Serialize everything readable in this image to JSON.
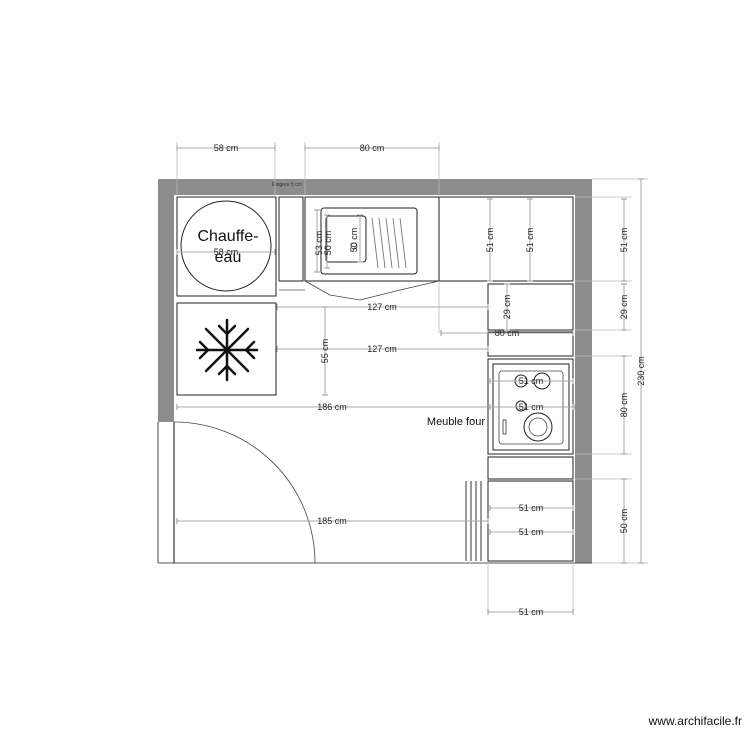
{
  "labels": {
    "water_heater_1": "Chauffe-",
    "water_heater_2": "eau",
    "oven_unit": "Meuble four",
    "small_note": "Etagere 5 cm"
  },
  "dimensions": {
    "top_58": "58 cm",
    "top_80": "80 cm",
    "heater_inner_58": "58 cm",
    "sink_53": "53 cm",
    "sink_50a": "50 cm",
    "sink_50b": "50 cm",
    "upper_51a": "51 cm",
    "upper_51b": "51 cm",
    "right_51": "51 cm",
    "right_29": "29 cm",
    "right_80": "80 cm",
    "right_50": "50 cm",
    "right_230": "230 cm",
    "mid_29": "29 cm",
    "mid_80": "80 cm",
    "h127a": "127 cm",
    "h127b": "127 cm",
    "v55": "55 cm",
    "h186": "186 cm",
    "h185": "185 cm",
    "hob_51a": "51 cm",
    "hob_51b": "51 cm",
    "low_51a": "51 cm",
    "low_51b": "51 cm",
    "bottom_51": "51 cm"
  },
  "footer": {
    "watermark": "www.archifacile.fr"
  }
}
